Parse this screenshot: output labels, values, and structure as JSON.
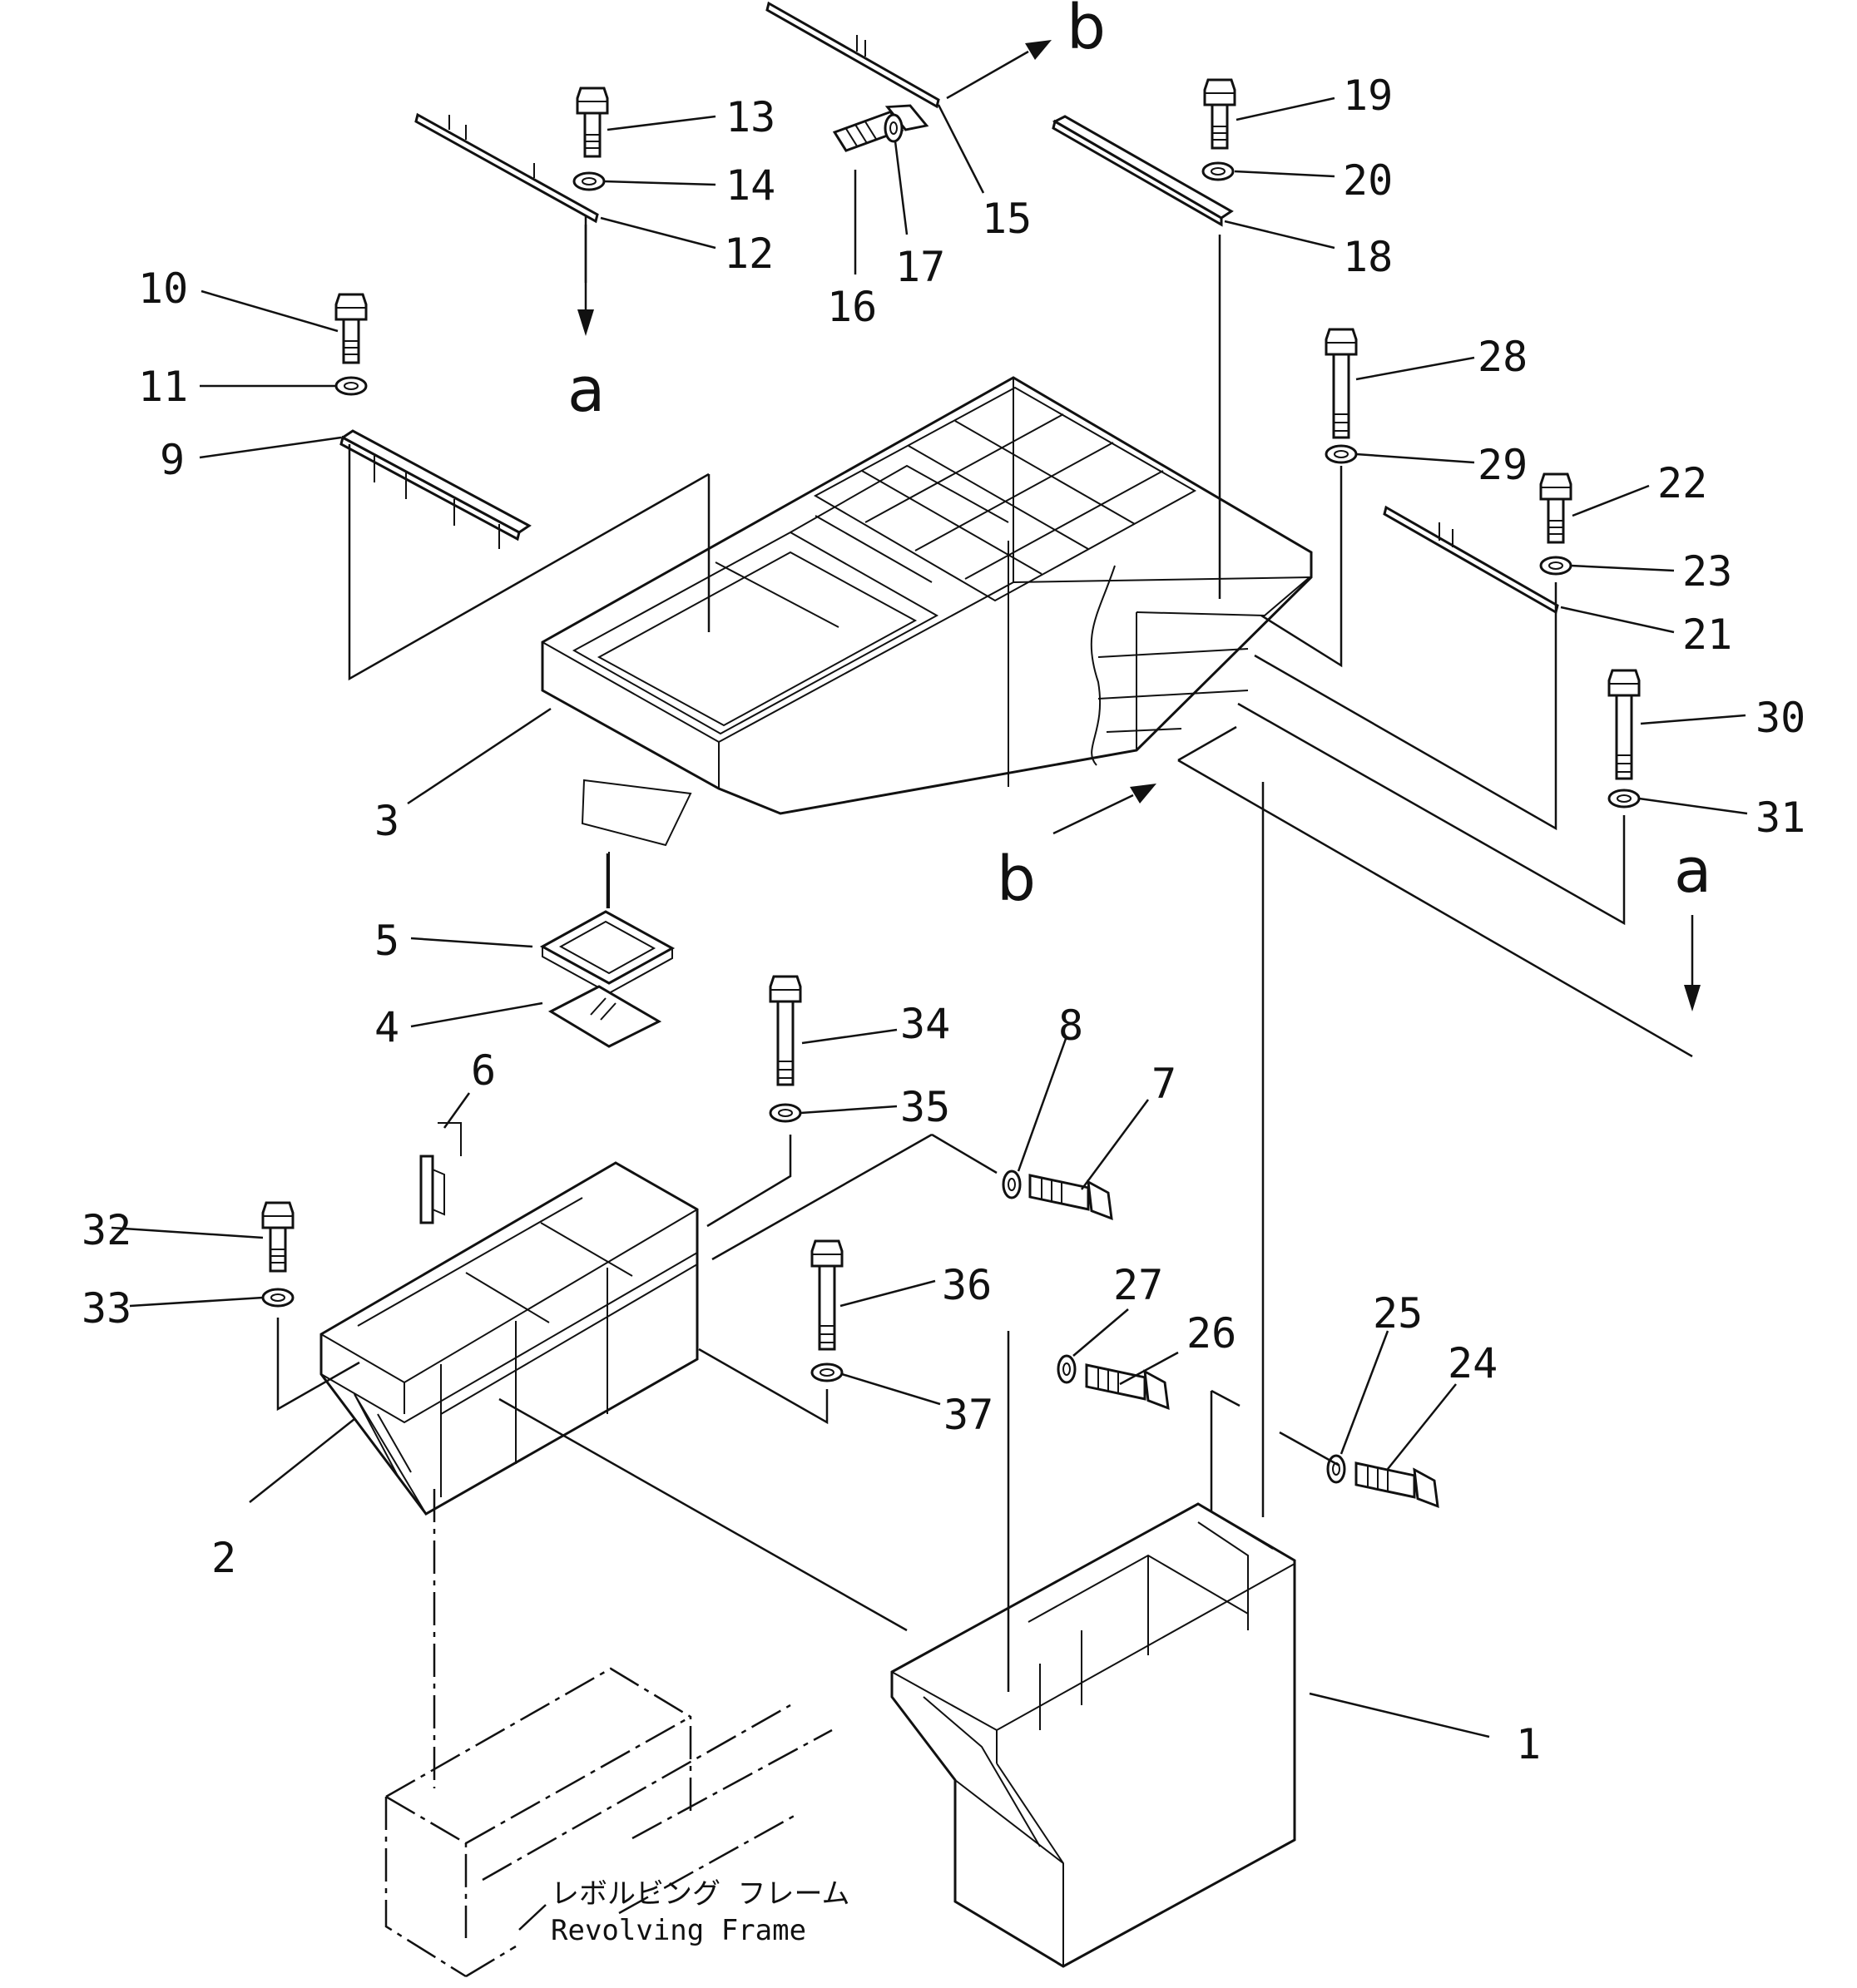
{
  "part_labels": [
    "1",
    "2",
    "3",
    "4",
    "5",
    "6",
    "7",
    "8",
    "9",
    "10",
    "11",
    "12",
    "13",
    "14",
    "15",
    "16",
    "17",
    "18",
    "19",
    "20",
    "21",
    "22",
    "23",
    "24",
    "25",
    "26",
    "27",
    "28",
    "29",
    "30",
    "31",
    "32",
    "33",
    "34",
    "35",
    "36",
    "37"
  ],
  "direction_marks": {
    "a_top": "a",
    "a_right": "a",
    "b_top": "b",
    "b_mid": "b"
  },
  "caption": {
    "japanese": "レボルビング フレーム",
    "english": "Revolving Frame"
  }
}
